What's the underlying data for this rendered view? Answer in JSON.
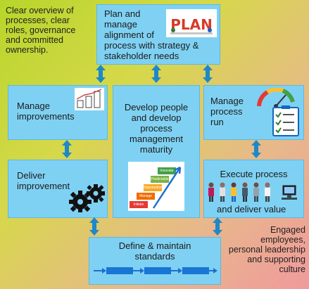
{
  "corner_top_left": [
    "Clear overview of",
    "processes, clear",
    "roles, governance",
    "and committed",
    "ownership."
  ],
  "corner_bottom_right": [
    "Engaged",
    "employees,",
    "personal leadership",
    "and supporting",
    "culture"
  ],
  "boxes": {
    "plan": [
      "Plan and",
      "manage",
      "alignment of",
      "process with strategy &",
      "stakeholder needs"
    ],
    "plan_logo": "PLAN",
    "manage_improvements": [
      "Manage",
      "improvements"
    ],
    "develop": [
      "Develop people",
      "and develop",
      "process",
      "management",
      "maturity"
    ],
    "manage_run": [
      "Manage",
      "process",
      "run"
    ],
    "deliver": [
      "Deliver",
      "improvement"
    ],
    "execute": [
      "Execute process",
      "and deliver value"
    ],
    "define": [
      "Define & maintain",
      "standards"
    ]
  },
  "maturity_steps": [
    "Initiate",
    "Manage",
    "Standardize",
    "Predictable",
    "Innovate"
  ],
  "colors": {
    "box": "#7fd1f3",
    "connector": "#1e88c8",
    "gear": "#111111"
  },
  "icons": [
    "plan-logo",
    "improvement-sketch-icon",
    "gauge-checklist-icon",
    "gears-icon",
    "people-icon",
    "process-flow-arrows",
    "maturity-staircase"
  ]
}
